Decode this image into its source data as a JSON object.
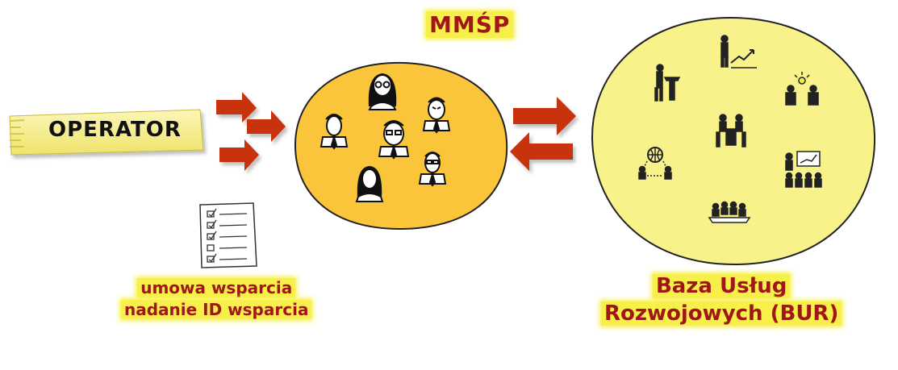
{
  "diagram": {
    "title": "MMŚP",
    "operator_label": "OPERATOR",
    "support_lines": [
      "umowa wsparcia",
      "nadanie ID wsparcia"
    ],
    "bur_lines": [
      "Baza Usług",
      "Rozwojowych (BUR)"
    ]
  },
  "colors": {
    "arrow": "#c8320f",
    "title_text": "#a11616",
    "highlight": "#f7f04a",
    "mmsp_circle": "#fbc53b",
    "bur_circle": "#f8f28a",
    "operator_banner": "#f6ef8a"
  },
  "icons": {
    "mmsp_people": [
      "woman-glasses-icon",
      "man-icon",
      "man-angry-icon",
      "man-glasses-icon",
      "woman-icon",
      "man-old-icon"
    ],
    "bur_services": [
      "speaker-podium-icon",
      "growth-chart-icon",
      "idea-meeting-icon",
      "meeting-table-icon",
      "global-network-icon",
      "presentation-icon",
      "conference-icon"
    ]
  }
}
